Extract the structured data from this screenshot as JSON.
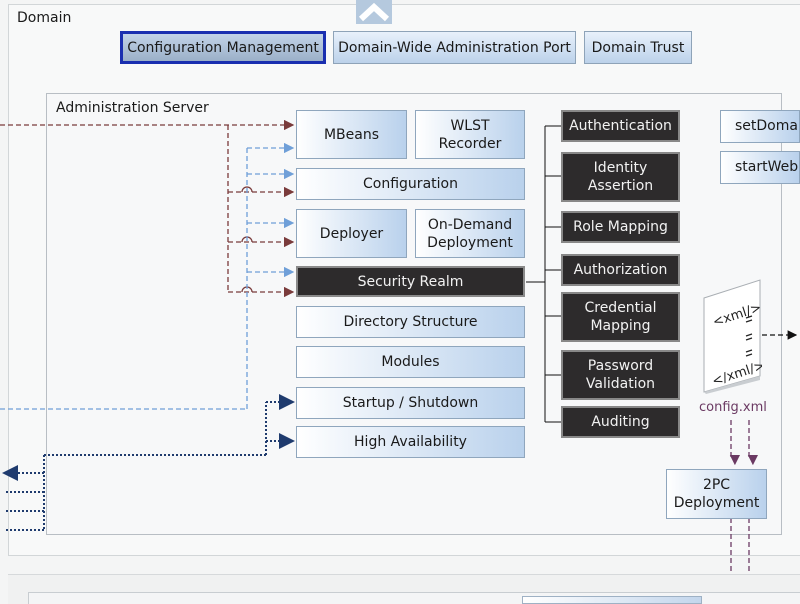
{
  "domain": {
    "title": "Domain"
  },
  "tabs": [
    {
      "label": "Configuration Management",
      "active": true
    },
    {
      "label": "Domain-Wide Administration Port",
      "active": false
    },
    {
      "label": "Domain Trust",
      "active": false
    }
  ],
  "admin_server": {
    "title": "Administration Server",
    "components": {
      "mbeans": "MBeans",
      "wlst_recorder": "WLST Recorder",
      "configuration": "Configuration",
      "deployer": "Deployer",
      "on_demand_deployment": "On-Demand Deployment",
      "security_realm": "Security Realm",
      "directory_structure": "Directory Structure",
      "modules": "Modules",
      "startup_shutdown": "Startup / Shutdown",
      "high_availability": "High Availability"
    },
    "security_providers": [
      "Authentication",
      "Identity Assertion",
      "Role Mapping",
      "Authorization",
      "Credential Mapping",
      "Password Validation",
      "Auditing"
    ],
    "scripts": [
      "setDomain",
      "startWebLo"
    ],
    "xml_doc": {
      "open_tag": "<xml/>",
      "close_tag": "</xml/>",
      "filename": "config.xml"
    },
    "two_pc": "2PC Deployment"
  },
  "colors": {
    "accent_border": "#1a2fb0",
    "dashed_brown": "#7a3b3b",
    "dashed_blue": "#6f9fd8",
    "dotted_navy": "#1f3b6e",
    "dashed_purple": "#6b3a63"
  }
}
